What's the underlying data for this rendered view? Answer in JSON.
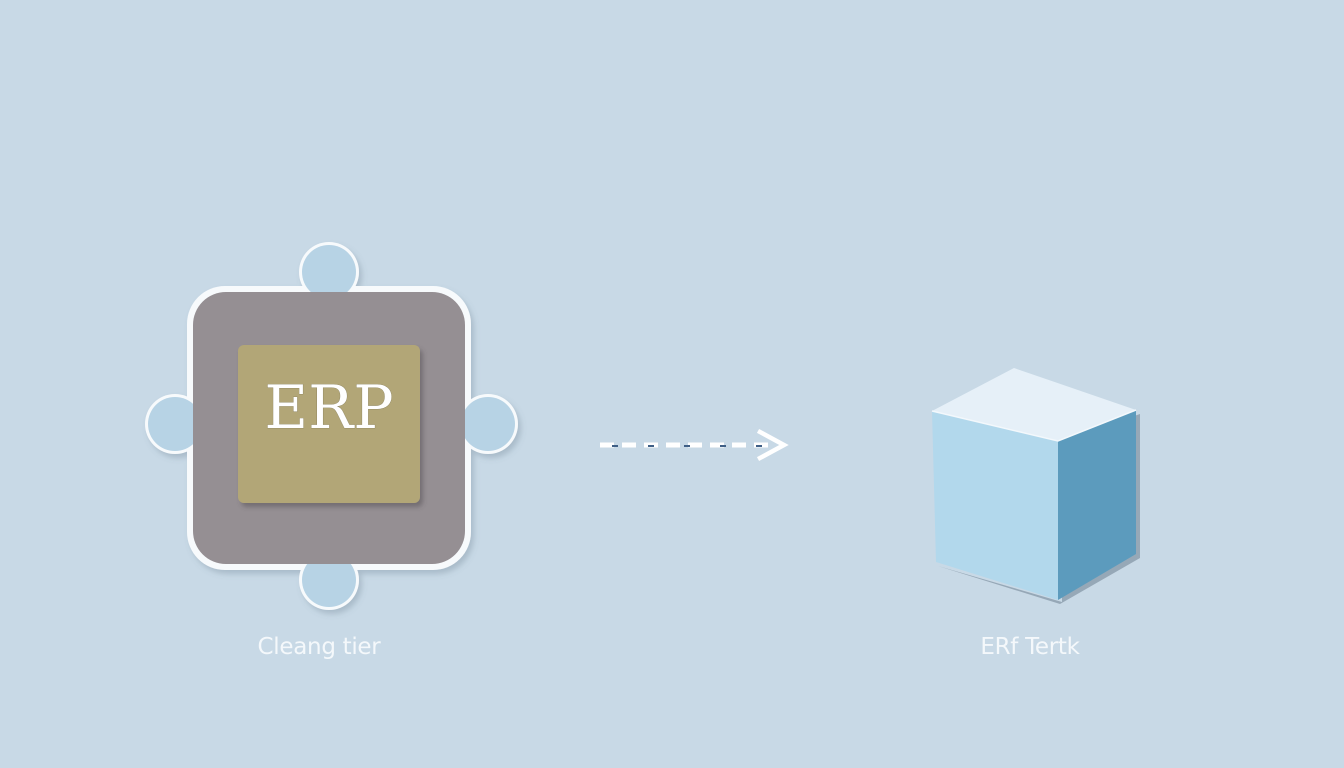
{
  "diagram": {
    "colors": {
      "background": "#c8d9e6",
      "puzzle_piece": "#b7d3e5",
      "outline": "#f7fafc",
      "frame": "#958f93",
      "chip": "#b2a677",
      "chip_text": "#ffffff",
      "arrow_accent": "#3f5f86",
      "cube_top": "#e6f0f8",
      "cube_front": "#b2d8ec",
      "cube_side": "#5c9bbd"
    },
    "source": {
      "chip_label": "ERP",
      "caption": "Cleang tier",
      "icon": "puzzle-piece-icon"
    },
    "connector": {
      "style": "dashed",
      "icon": "arrow-right-icon"
    },
    "target": {
      "caption": "ERf Tertk",
      "icon": "cube-icon"
    }
  }
}
